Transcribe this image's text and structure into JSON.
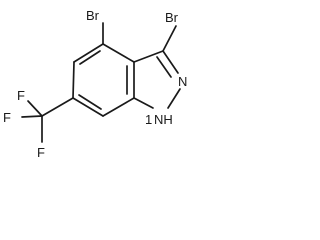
{
  "molecule": {
    "labels": {
      "br_top": "Br",
      "br_left": "Br",
      "n_ring": "N",
      "nh": "NH",
      "nh_locant": "1",
      "f_top": "F",
      "f_left": "F",
      "f_bottom": "F"
    }
  }
}
